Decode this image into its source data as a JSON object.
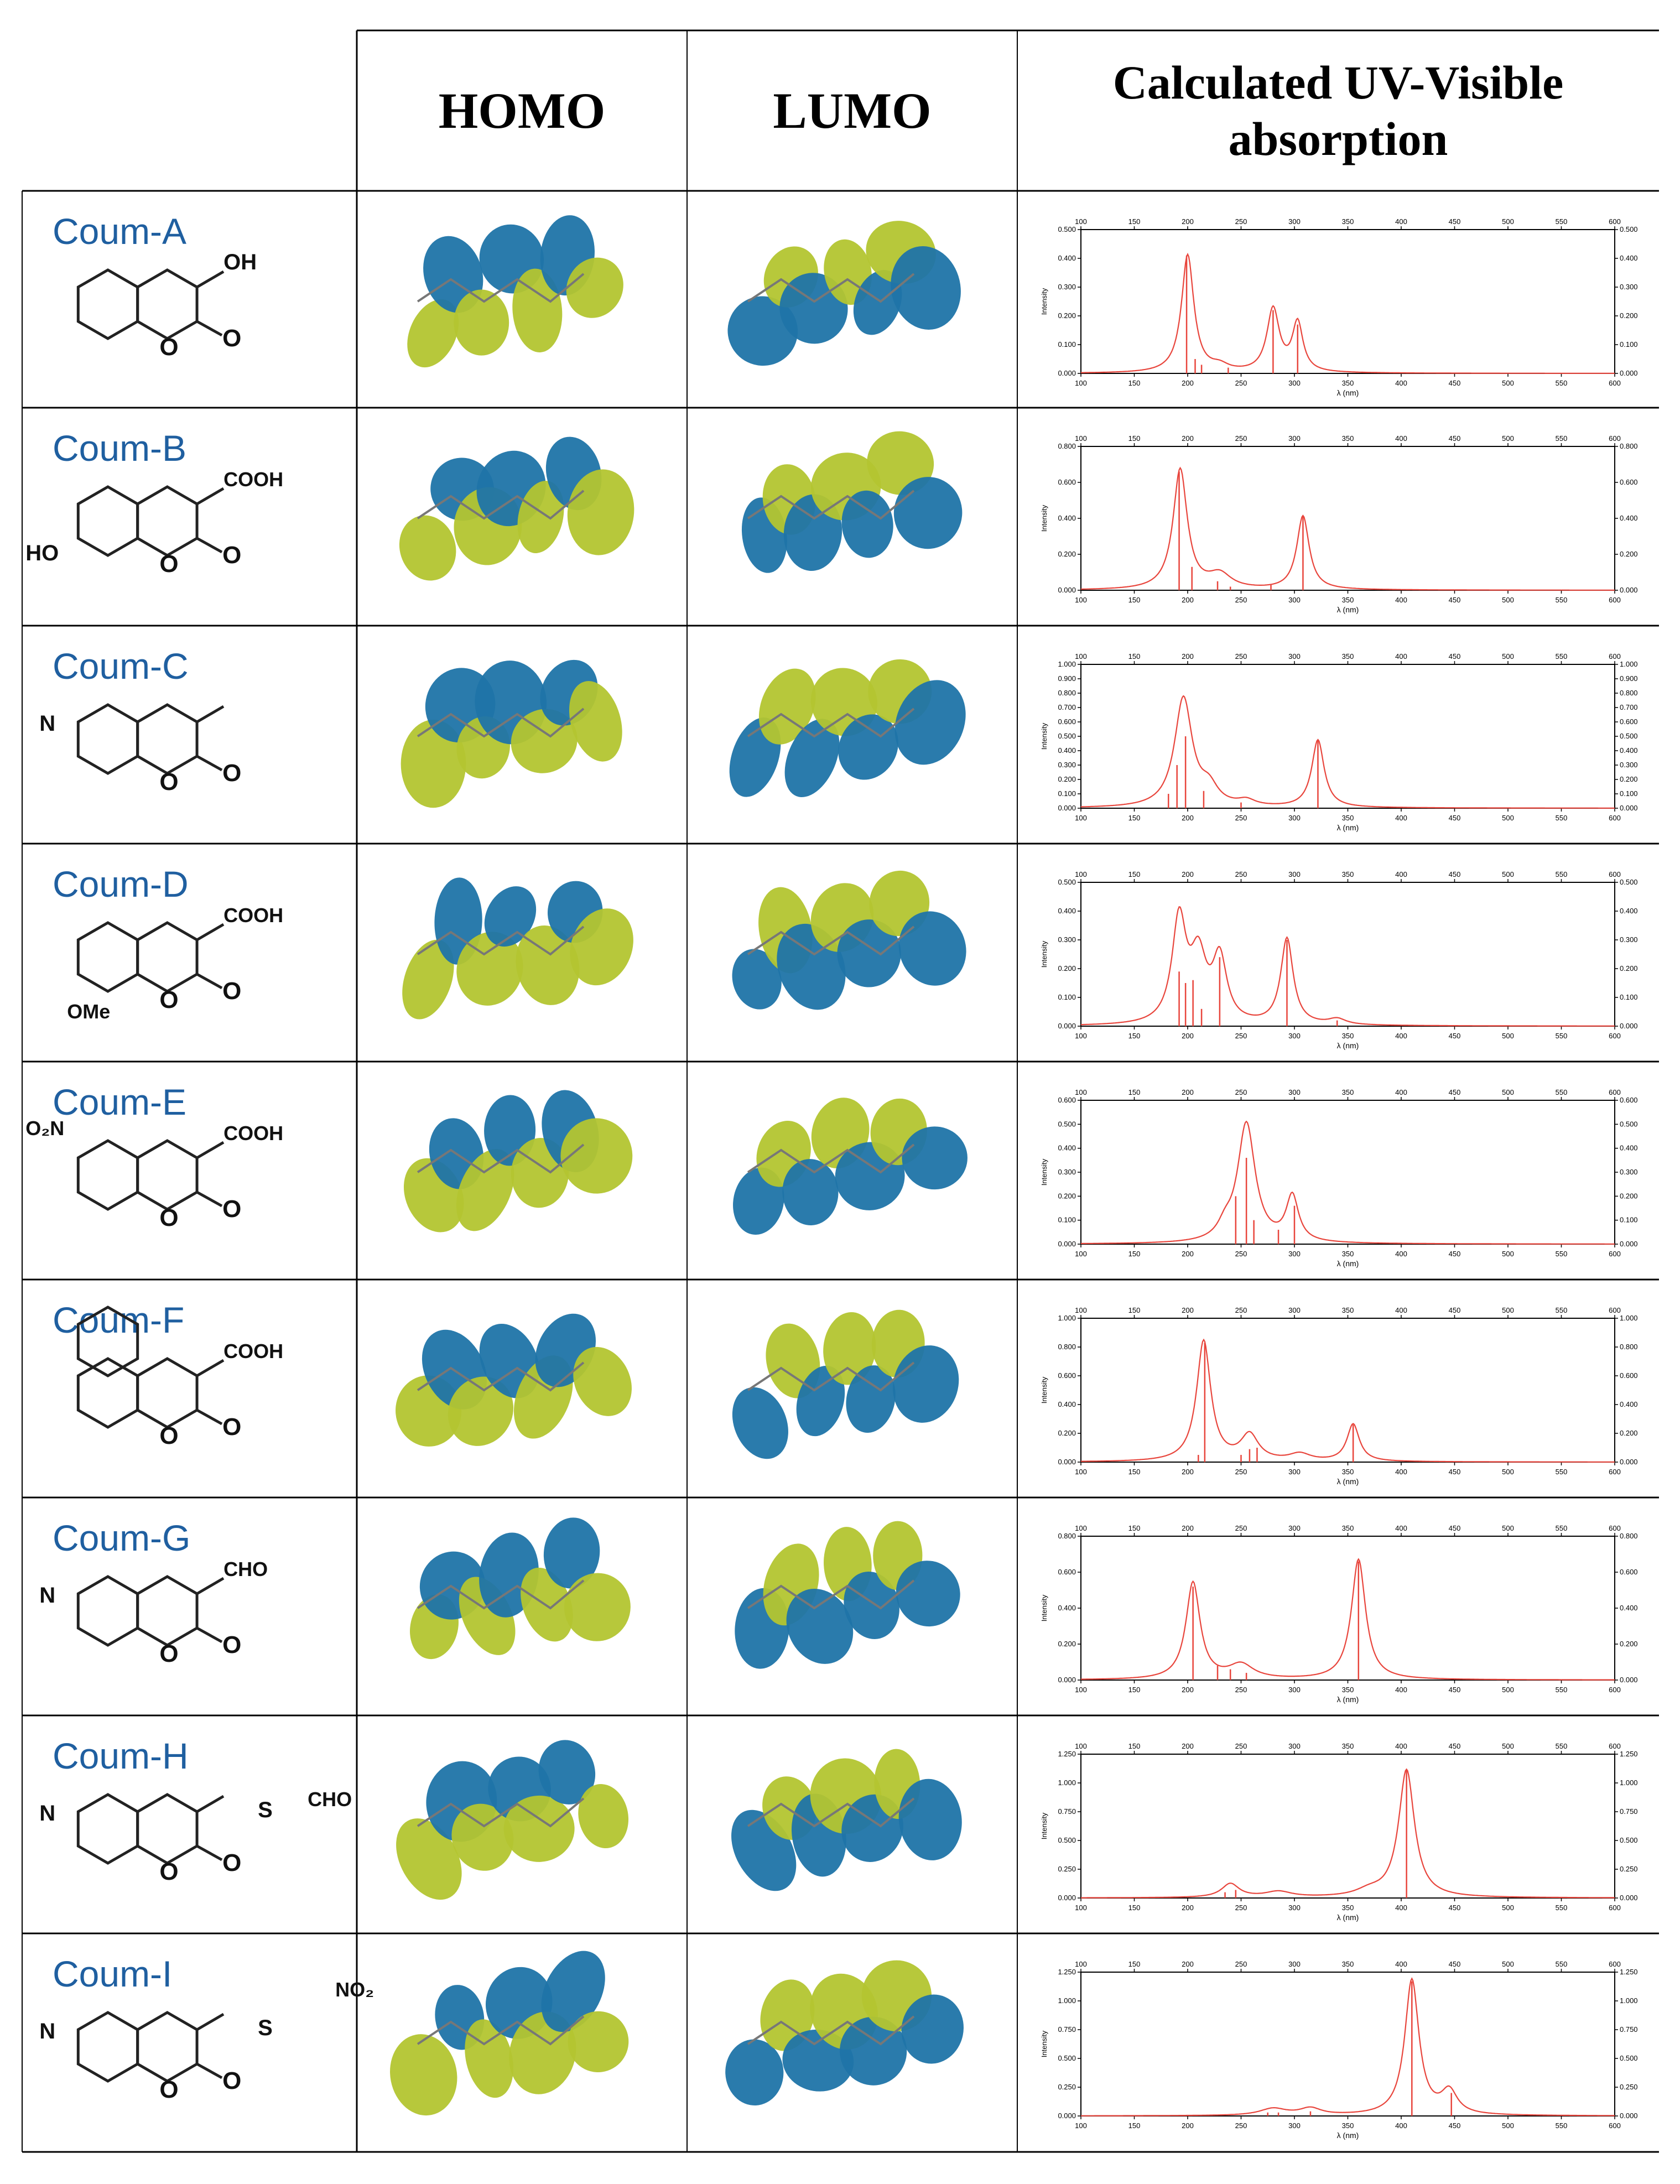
{
  "header": {
    "homo": "HOMO",
    "lumo": "LUMO",
    "uv_line1": "Calculated UV-Visible",
    "uv_line2": "absorption"
  },
  "colors": {
    "orbital_blue": "#1f74a8",
    "orbital_yellow": "#b3c530",
    "spectrum_line": "#e8453c",
    "molecule_stroke": "#222222",
    "name_color": "#1f5fa0"
  },
  "molecules": [
    {
      "name": "Coum-A",
      "substituents": [
        "O",
        "OH",
        "O",
        "O"
      ]
    },
    {
      "name": "Coum-B",
      "substituents": [
        "COOH",
        "HO",
        "O",
        "O"
      ]
    },
    {
      "name": "Coum-C",
      "substituents": [
        "N",
        "O",
        "O"
      ]
    },
    {
      "name": "Coum-D",
      "substituents": [
        "COOH",
        "O",
        "O",
        "OMe"
      ]
    },
    {
      "name": "Coum-E",
      "substituents": [
        "O₂N",
        "COOH",
        "O",
        "O"
      ]
    },
    {
      "name": "Coum-F",
      "substituents": [
        "COOH",
        "O",
        "O"
      ]
    },
    {
      "name": "Coum-G",
      "substituents": [
        "CHO",
        "N",
        "O",
        "O"
      ]
    },
    {
      "name": "Coum-H",
      "substituents": [
        "CHO",
        "S",
        "N",
        "O",
        "O"
      ]
    },
    {
      "name": "Coum-I",
      "substituents": [
        "NO₂",
        "S",
        "N",
        "O",
        "O"
      ]
    }
  ],
  "chart_data": [
    {
      "type": "line",
      "molecule": "Coum-A",
      "xlabel": "λ (nm)",
      "ylabel": "Intensity",
      "xlim": [
        100,
        600
      ],
      "ylim": [
        0,
        0.5
      ],
      "yticks": [
        "0.000",
        "0.100",
        "0.200",
        "0.300",
        "0.400",
        "0.500"
      ],
      "peaks": [
        [
          200,
          0.41,
          7
        ],
        [
          280,
          0.22,
          7
        ],
        [
          303,
          0.17,
          6
        ],
        [
          230,
          0.02,
          10
        ]
      ],
      "sticks": [
        [
          199,
          0.41
        ],
        [
          207,
          0.05
        ],
        [
          213,
          0.03
        ],
        [
          238,
          0.02
        ],
        [
          280,
          0.22
        ],
        [
          303,
          0.17
        ]
      ]
    },
    {
      "type": "line",
      "molecule": "Coum-B",
      "xlabel": "λ (nm)",
      "ylabel": "Intensity",
      "xlim": [
        100,
        600
      ],
      "ylim": [
        0,
        0.8
      ],
      "yticks": [
        "0.000",
        "0.200",
        "0.400",
        "0.600",
        "0.800"
      ],
      "peaks": [
        [
          193,
          0.67,
          8
        ],
        [
          230,
          0.08,
          13
        ],
        [
          308,
          0.41,
          7
        ]
      ],
      "sticks": [
        [
          192,
          0.66
        ],
        [
          204,
          0.13
        ],
        [
          228,
          0.05
        ],
        [
          240,
          0.02
        ],
        [
          278,
          0.03
        ],
        [
          308,
          0.41
        ]
      ]
    },
    {
      "type": "line",
      "molecule": "Coum-C",
      "xlabel": "λ (nm)",
      "ylabel": "Intensity",
      "xlim": [
        100,
        600
      ],
      "ylim": [
        0,
        1.0
      ],
      "yticks": [
        "0.000",
        "0.100",
        "0.200",
        "0.300",
        "0.400",
        "0.500",
        "0.600",
        "0.700",
        "0.800",
        "0.900",
        "1.000"
      ],
      "peaks": [
        [
          196,
          0.76,
          10
        ],
        [
          220,
          0.12,
          10
        ],
        [
          255,
          0.04,
          10
        ],
        [
          322,
          0.47,
          7
        ]
      ],
      "sticks": [
        [
          182,
          0.1
        ],
        [
          190,
          0.3
        ],
        [
          198,
          0.5
        ],
        [
          215,
          0.12
        ],
        [
          250,
          0.04
        ],
        [
          322,
          0.47
        ]
      ]
    },
    {
      "type": "line",
      "molecule": "Coum-D",
      "xlabel": "λ (nm)",
      "ylabel": "Intensity",
      "xlim": [
        100,
        600
      ],
      "ylim": [
        0,
        0.5
      ],
      "yticks": [
        "0.000",
        "0.100",
        "0.200",
        "0.300",
        "0.400",
        "0.500"
      ],
      "peaks": [
        [
          192,
          0.36,
          8
        ],
        [
          210,
          0.22,
          9
        ],
        [
          230,
          0.22,
          8
        ],
        [
          293,
          0.3,
          7
        ],
        [
          340,
          0.02,
          10
        ]
      ],
      "sticks": [
        [
          192,
          0.19
        ],
        [
          198,
          0.15
        ],
        [
          205,
          0.16
        ],
        [
          213,
          0.06
        ],
        [
          230,
          0.24
        ],
        [
          293,
          0.3
        ],
        [
          340,
          0.02
        ]
      ]
    },
    {
      "type": "line",
      "molecule": "Coum-E",
      "xlabel": "λ (nm)",
      "ylabel": "Intensity",
      "xlim": [
        100,
        600
      ],
      "ylim": [
        0,
        0.6
      ],
      "yticks": [
        "0.000",
        "0.100",
        "0.200",
        "0.300",
        "0.400",
        "0.500",
        "0.600"
      ],
      "peaks": [
        [
          255,
          0.5,
          10
        ],
        [
          298,
          0.19,
          7
        ],
        [
          235,
          0.05,
          8
        ]
      ],
      "sticks": [
        [
          245,
          0.2
        ],
        [
          255,
          0.36
        ],
        [
          262,
          0.1
        ],
        [
          285,
          0.06
        ],
        [
          300,
          0.16
        ]
      ]
    },
    {
      "type": "line",
      "molecule": "Coum-F",
      "xlabel": "λ (nm)",
      "ylabel": "Intensity",
      "xlim": [
        100,
        600
      ],
      "ylim": [
        0,
        1.0
      ],
      "yticks": [
        "0.000",
        "0.200",
        "0.400",
        "0.600",
        "0.800",
        "1.000"
      ],
      "peaks": [
        [
          215,
          0.84,
          8
        ],
        [
          258,
          0.18,
          10
        ],
        [
          305,
          0.05,
          12
        ],
        [
          355,
          0.26,
          7
        ]
      ],
      "sticks": [
        [
          210,
          0.05
        ],
        [
          216,
          0.83
        ],
        [
          250,
          0.05
        ],
        [
          258,
          0.09
        ],
        [
          265,
          0.1
        ],
        [
          355,
          0.26
        ]
      ]
    },
    {
      "type": "line",
      "molecule": "Coum-G",
      "xlabel": "λ (nm)",
      "ylabel": "Intensity",
      "xlim": [
        100,
        600
      ],
      "ylim": [
        0,
        0.8
      ],
      "yticks": [
        "0.000",
        "0.200",
        "0.400",
        "0.600",
        "0.800"
      ],
      "peaks": [
        [
          205,
          0.54,
          8
        ],
        [
          250,
          0.08,
          14
        ],
        [
          360,
          0.67,
          8
        ]
      ],
      "sticks": [
        [
          205,
          0.52
        ],
        [
          228,
          0.08
        ],
        [
          240,
          0.06
        ],
        [
          255,
          0.04
        ],
        [
          360,
          0.66
        ]
      ]
    },
    {
      "type": "line",
      "molecule": "Coum-H",
      "xlabel": "λ (nm)",
      "ylabel": "Intensity",
      "xlim": [
        100,
        600
      ],
      "ylim": [
        0,
        1.25
      ],
      "yticks": [
        "0.000",
        "0.250",
        "0.500",
        "0.750",
        "1.000",
        "1.250"
      ],
      "peaks": [
        [
          240,
          0.12,
          10
        ],
        [
          285,
          0.05,
          15
        ],
        [
          405,
          1.11,
          9
        ],
        [
          370,
          0.05,
          15
        ]
      ],
      "sticks": [
        [
          235,
          0.05
        ],
        [
          245,
          0.07
        ],
        [
          405,
          1.11
        ]
      ]
    },
    {
      "type": "line",
      "molecule": "Coum-I",
      "xlabel": "λ (nm)",
      "ylabel": "Intensity",
      "xlim": [
        100,
        600
      ],
      "ylim": [
        0,
        1.25
      ],
      "yticks": [
        "0.000",
        "0.250",
        "0.500",
        "0.750",
        "1.000",
        "1.250"
      ],
      "peaks": [
        [
          280,
          0.06,
          15
        ],
        [
          315,
          0.06,
          12
        ],
        [
          410,
          1.18,
          8
        ],
        [
          445,
          0.2,
          9
        ]
      ],
      "sticks": [
        [
          275,
          0.03
        ],
        [
          285,
          0.03
        ],
        [
          315,
          0.04
        ],
        [
          410,
          1.17
        ],
        [
          447,
          0.2
        ]
      ]
    }
  ]
}
